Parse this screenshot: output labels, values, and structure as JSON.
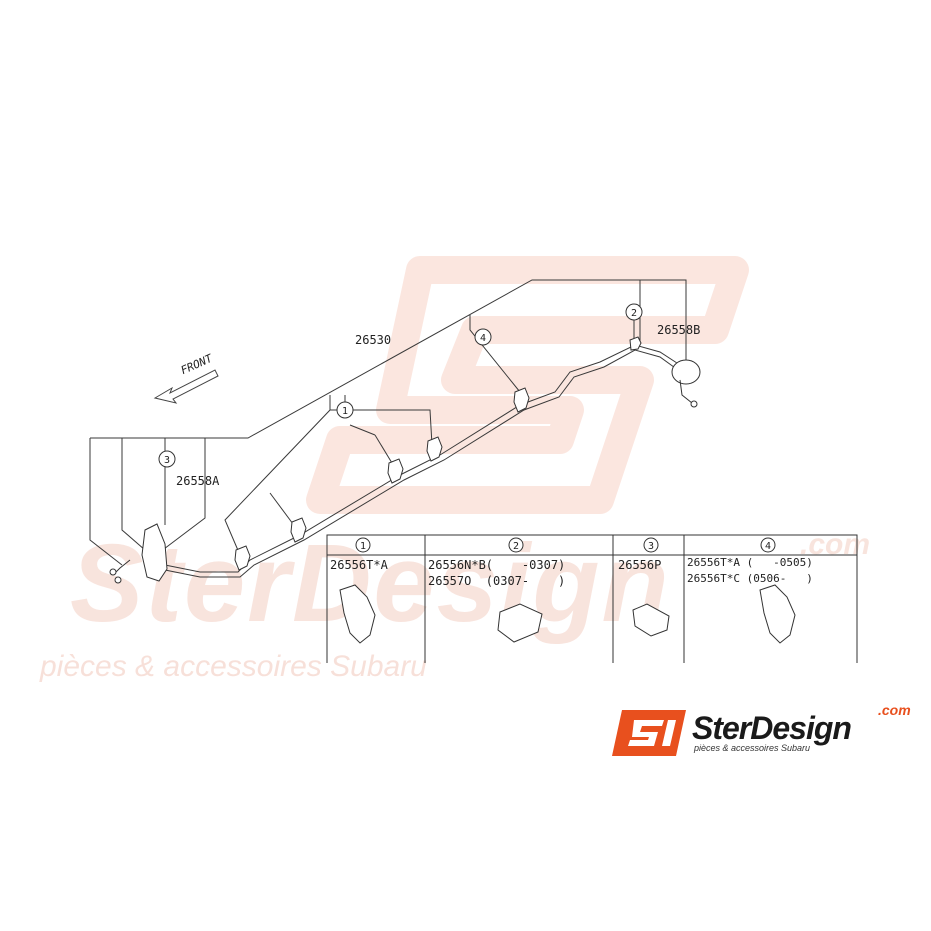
{
  "diagram": {
    "labels": {
      "front": "FRONT",
      "main_line": "26530",
      "part_a": "26558A",
      "part_b": "26558B",
      "circle_1": "1",
      "circle_2": "2",
      "circle_3": "3",
      "circle_4": "4"
    }
  },
  "legend_table": {
    "columns": [
      {
        "num": "1",
        "lines": [
          "26556T*A"
        ]
      },
      {
        "num": "2",
        "lines": [
          "26556N*B(    -0307)",
          "26557O  (0307-    )"
        ]
      },
      {
        "num": "3",
        "lines": [
          "26556P"
        ]
      },
      {
        "num": "4",
        "lines": [
          "26556T*A (   -0505)",
          "26556T*C (0506-   )"
        ]
      }
    ]
  },
  "watermark": {
    "brand": "SterDesign",
    "domain": ".com",
    "tagline": "pièces & accessoires Subaru"
  },
  "logo": {
    "brand": "SterDesign",
    "domain": ".com",
    "tagline": "pièces & accessoires Subaru"
  },
  "colors": {
    "line": "#3a3a3a",
    "watermark": "#f6d9d0",
    "brand_orange": "#e8501e",
    "brand_dark": "#1a1a1a"
  }
}
